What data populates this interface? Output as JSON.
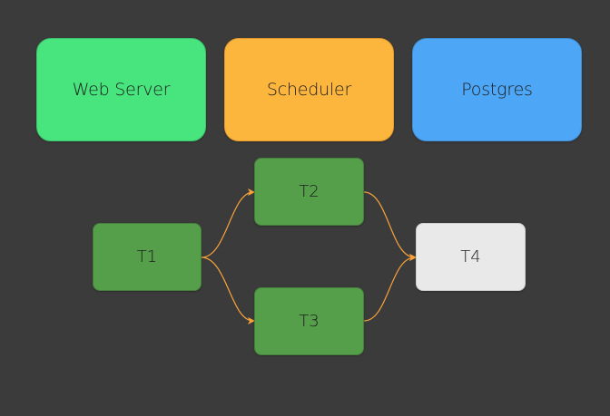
{
  "services": [
    {
      "id": "svc-web",
      "label": "Web Server",
      "color": "#48e47e"
    },
    {
      "id": "svc-sched",
      "label": "Scheduler",
      "color": "#fdb63d"
    },
    {
      "id": "svc-pg",
      "label": "Postgres",
      "color": "#4ea7f6"
    }
  ],
  "tasks": [
    {
      "id": "task-t1",
      "label": "T1",
      "color": "#559f4b"
    },
    {
      "id": "task-t2",
      "label": "T2",
      "color": "#559f4b"
    },
    {
      "id": "task-t3",
      "label": "T3",
      "color": "#559f4b"
    },
    {
      "id": "task-t4",
      "label": "T4",
      "color": "#e9e9e9"
    }
  ],
  "edges": [
    {
      "from": "T1",
      "to": "T2"
    },
    {
      "from": "T1",
      "to": "T3"
    },
    {
      "from": "T2",
      "to": "T4"
    },
    {
      "from": "T3",
      "to": "T4"
    }
  ],
  "edge_color": "#f7a23a",
  "background": "#3b3b3b"
}
